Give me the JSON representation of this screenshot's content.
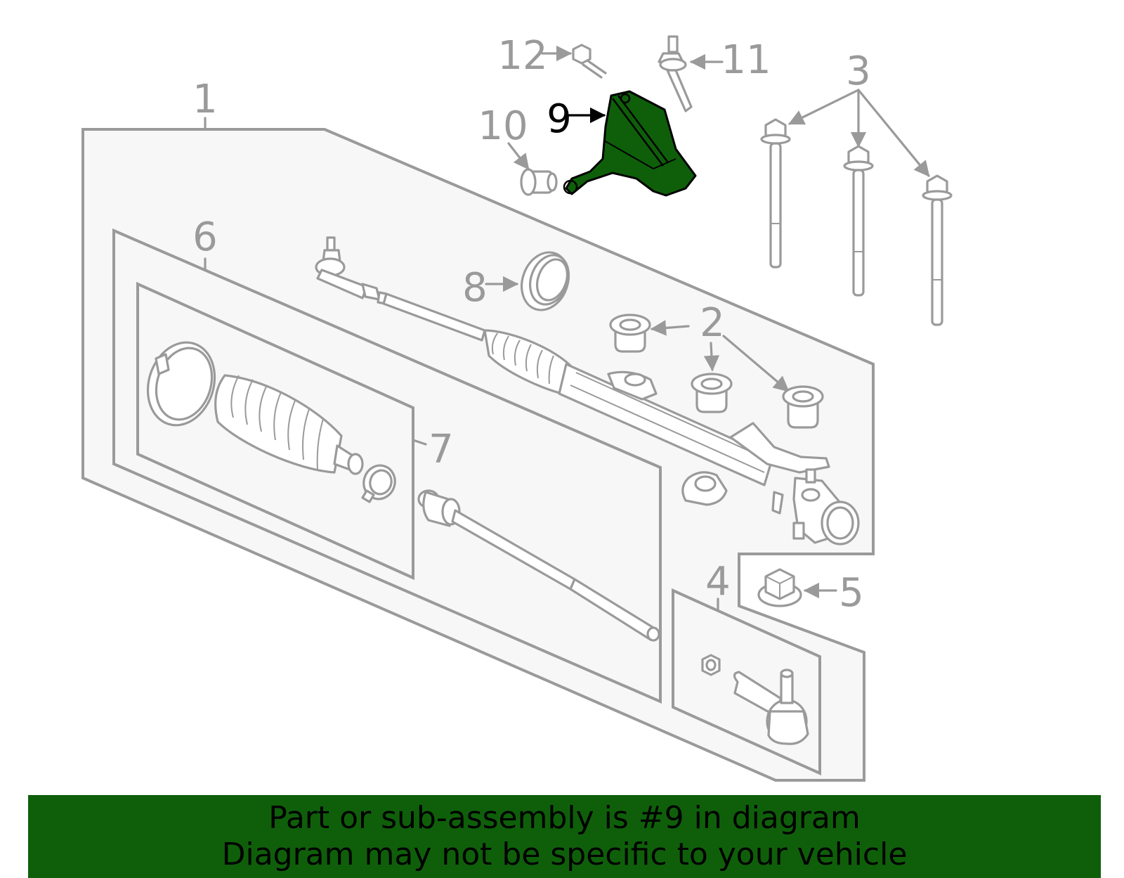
{
  "callouts": {
    "c1": "1",
    "c2": "2",
    "c3": "3",
    "c4": "4",
    "c5": "5",
    "c6": "6",
    "c7": "7",
    "c8": "8",
    "c9": "9",
    "c10": "10",
    "c11": "11",
    "c12": "12"
  },
  "highlight": {
    "part": "9",
    "color": "#0f5f0a"
  },
  "banner": {
    "line1": "Part or sub-assembly is #9 in diagram",
    "line2": "Diagram may not be specific to your vehicle",
    "background": "#0f5f0a"
  }
}
